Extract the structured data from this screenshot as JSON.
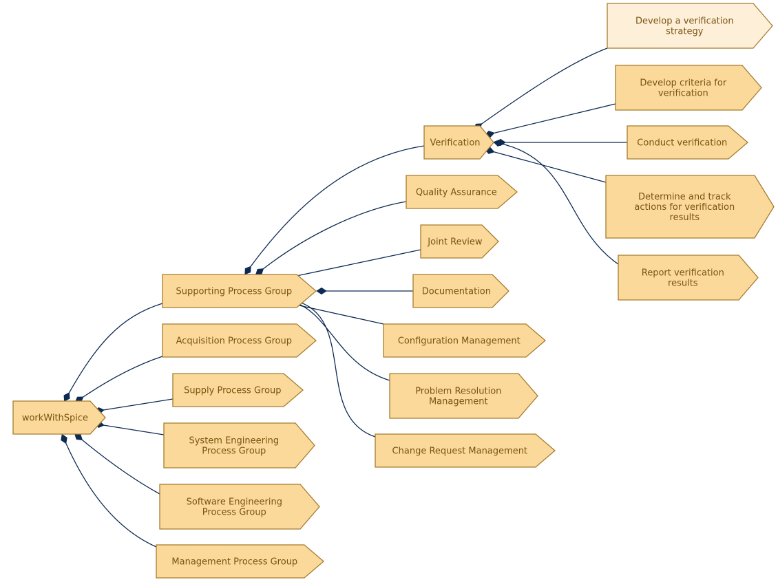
{
  "colors": {
    "node_fill": "#fad99a",
    "node_fill_highlight": "#feefd9",
    "node_border": "#a67c2e",
    "node_text": "#7a5410",
    "edge": "#0d2a52"
  },
  "nodes": {
    "root": {
      "lines": [
        "workWithSpice"
      ]
    },
    "supporting": {
      "lines": [
        "Supporting Process Group"
      ]
    },
    "acquisition": {
      "lines": [
        "Acquisition Process Group"
      ]
    },
    "supply": {
      "lines": [
        "Supply Process Group"
      ]
    },
    "system_eng": {
      "lines": [
        "System Engineering",
        "Process Group"
      ]
    },
    "software_eng": {
      "lines": [
        "Software Engineering",
        "Process Group"
      ]
    },
    "management": {
      "lines": [
        "Management Process Group"
      ]
    },
    "verification": {
      "lines": [
        "Verification"
      ]
    },
    "qa": {
      "lines": [
        "Quality Assurance"
      ]
    },
    "joint_review": {
      "lines": [
        "Joint Review"
      ]
    },
    "documentation": {
      "lines": [
        "Documentation"
      ]
    },
    "config_mgmt": {
      "lines": [
        "Configuration Management"
      ]
    },
    "problem_res": {
      "lines": [
        "Problem Resolution",
        "Management"
      ]
    },
    "change_req": {
      "lines": [
        "Change Request Management"
      ]
    },
    "dev_strategy": {
      "lines": [
        "Develop a verification",
        "strategy"
      ],
      "highlight": true
    },
    "dev_criteria": {
      "lines": [
        "Develop criteria for",
        "verification"
      ]
    },
    "conduct": {
      "lines": [
        "Conduct verification"
      ]
    },
    "determine": {
      "lines": [
        "Determine and track",
        "actions for verification",
        "results"
      ]
    },
    "report": {
      "lines": [
        "Report verification",
        "results"
      ]
    }
  },
  "edges": [
    {
      "from": "root",
      "to": "supporting"
    },
    {
      "from": "root",
      "to": "acquisition"
    },
    {
      "from": "root",
      "to": "supply"
    },
    {
      "from": "root",
      "to": "system_eng"
    },
    {
      "from": "root",
      "to": "software_eng"
    },
    {
      "from": "root",
      "to": "management"
    },
    {
      "from": "supporting",
      "to": "verification"
    },
    {
      "from": "supporting",
      "to": "qa"
    },
    {
      "from": "supporting",
      "to": "joint_review"
    },
    {
      "from": "supporting",
      "to": "documentation"
    },
    {
      "from": "supporting",
      "to": "config_mgmt"
    },
    {
      "from": "supporting",
      "to": "problem_res"
    },
    {
      "from": "supporting",
      "to": "change_req"
    },
    {
      "from": "verification",
      "to": "dev_strategy"
    },
    {
      "from": "verification",
      "to": "dev_criteria"
    },
    {
      "from": "verification",
      "to": "conduct"
    },
    {
      "from": "verification",
      "to": "determine"
    },
    {
      "from": "verification",
      "to": "report"
    }
  ]
}
